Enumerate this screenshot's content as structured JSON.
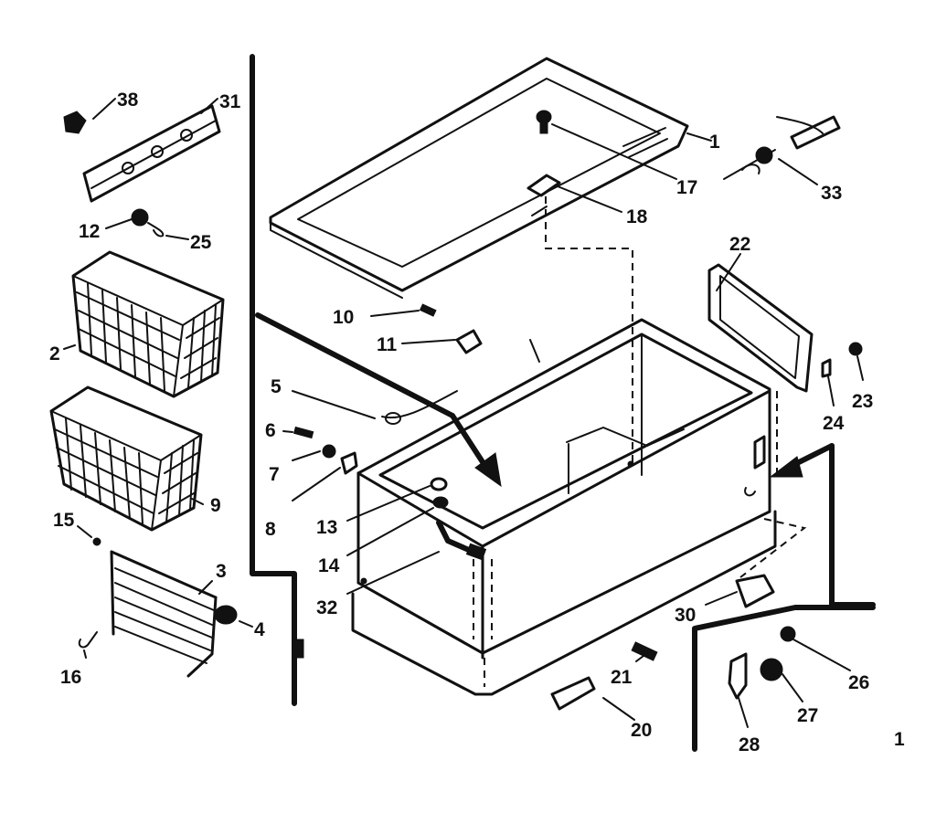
{
  "colors": {
    "ink": "#111111",
    "paper": "#ffffff"
  },
  "labels": {
    "p1": "1",
    "p2": "2",
    "p3": "3",
    "p4": "4",
    "p5": "5",
    "p6": "6",
    "p7": "7",
    "p8": "8",
    "p9": "9",
    "p10": "10",
    "p11": "11",
    "p12": "12",
    "p13": "13",
    "p14": "14",
    "p15": "15",
    "p16": "16",
    "p17": "17",
    "p18": "18",
    "p20": "20",
    "p21": "21",
    "p22": "22",
    "p23": "23",
    "p24": "24",
    "p25": "25",
    "p26": "26",
    "p27": "27",
    "p28": "28",
    "p30": "30",
    "p31": "31",
    "p32": "32",
    "p33": "33",
    "p38": "38"
  },
  "page_mark": "1"
}
